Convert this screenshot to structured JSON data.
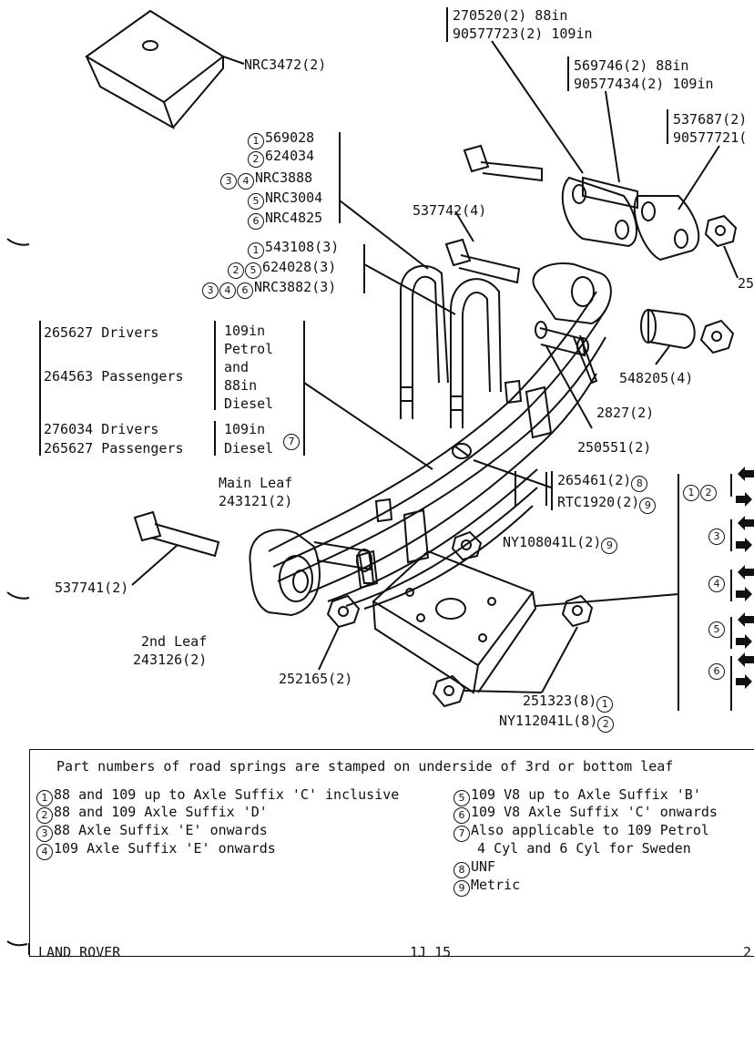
{
  "callouts": {
    "nrc3472": "NRC3472(2)",
    "bolt_top_88": "270520(2) 88in",
    "bolt_top_109": "90577723(2) 109in",
    "shackle_88": "569746(2) 88in",
    "shackle_109": "90577434(2) 109in",
    "plate_88": "537687(2)",
    "plate_109": "90577721(",
    "ubolt_set": [
      {
        "circle": "1",
        "part": "569028"
      },
      {
        "circle": "2",
        "part": "624034"
      },
      {
        "circle": "34",
        "part": "NRC3888"
      },
      {
        "circle": "5",
        "part": "NRC3004"
      },
      {
        "circle": "6",
        "part": "NRC4825"
      }
    ],
    "ubolt_set2": [
      {
        "circle": "1",
        "part": "543108(3)"
      },
      {
        "circle": "25",
        "part": "624028(3)"
      },
      {
        "circle": "346",
        "part": "NRC3882(3)"
      }
    ],
    "bolt_537742": "537742(4)",
    "nut_right": "25",
    "bush_548205": "548205(4)",
    "bolt_2827": "2827(2)",
    "pin_250551": "250551(2)",
    "spring_group": {
      "row1_part": "265627 Drivers",
      "row2_part": "264563 Passengers",
      "spec_lines": [
        "109in",
        "Petrol",
        "and",
        "88in",
        "Diesel"
      ],
      "row3_part": "276034 Drivers",
      "row4_part": "265627 Passengers",
      "spec2_lines": [
        "109in",
        "Diesel"
      ],
      "spec2_circle": "7"
    },
    "main_leaf": [
      "Main Leaf",
      "243121(2)"
    ],
    "centre_bolt_unf": "265461(2)",
    "centre_bolt_unf_circle": "8",
    "centre_bolt_metric": "RTC1920(2)",
    "centre_bolt_metric_circle": "9",
    "bolt_537741": "537741(2)",
    "nut_ny108041": "NY108041L(2)",
    "nut_ny108041_circle": "9",
    "second_leaf": [
      "2nd Leaf",
      "243126(2)"
    ],
    "nut_252165": "252165(2)",
    "nut_251323": "251323(8)",
    "nut_251323_circle": "1",
    "nut_ny112041": "NY112041L(8)",
    "nut_ny112041_circle": "2",
    "side_circles": [
      "12",
      "3",
      "4",
      "5",
      "6"
    ]
  },
  "notes": {
    "heading": "Part numbers of road springs are stamped on underside of 3rd or bottom leaf",
    "left": [
      {
        "circle": "1",
        "text": "88 and 109 up to Axle Suffix 'C' inclusive"
      },
      {
        "circle": "2",
        "text": "88 and 109 Axle Suffix 'D'"
      },
      {
        "circle": "3",
        "text": "88 Axle Suffix 'E' onwards"
      },
      {
        "circle": "4",
        "text": "109 Axle Suffix 'E' onwards"
      }
    ],
    "right": [
      {
        "circle": "5",
        "text": "109 V8 up to Axle Suffix 'B'"
      },
      {
        "circle": "6",
        "text": "109 V8 Axle Suffix 'C' onwards"
      },
      {
        "circle": "7",
        "text": "Also applicable to 109 Petrol"
      },
      {
        "circle": "",
        "text": " 4 Cyl and 6 Cyl for Sweden"
      },
      {
        "circle": "8",
        "text": "UNF"
      },
      {
        "circle": "9",
        "text": "Metric"
      }
    ]
  },
  "footer": {
    "brand": "LAND ROVER",
    "page_ref": "1J 15",
    "page_num": "2"
  }
}
